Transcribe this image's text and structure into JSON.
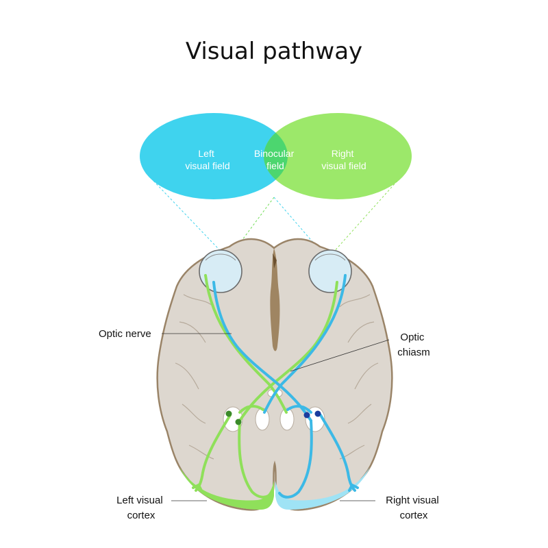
{
  "title": "Visual pathway",
  "fields": {
    "left": {
      "line1": "Left",
      "line2": "visual field"
    },
    "binocular": {
      "line1": "Binocular",
      "line2": "field"
    },
    "right": {
      "line1": "Right",
      "line2": "visual field"
    }
  },
  "labels": {
    "optic_nerve": "Optic nerve",
    "optic_chiasm": {
      "line1": "Optic",
      "line2": "chiasm"
    },
    "left_cortex": {
      "line1": "Left visual",
      "line2": "cortex"
    },
    "right_cortex": {
      "line1": "Right visual",
      "line2": "cortex"
    }
  },
  "colors": {
    "left_field": "#3fd3ee",
    "right_field": "#9ce86a",
    "binocular": "#4cd66f",
    "green_pathway": "#8fe05a",
    "blue_pathway": "#3cb9e6",
    "brain": "#ddd7cf",
    "brain_outline": "#9a8468"
  }
}
